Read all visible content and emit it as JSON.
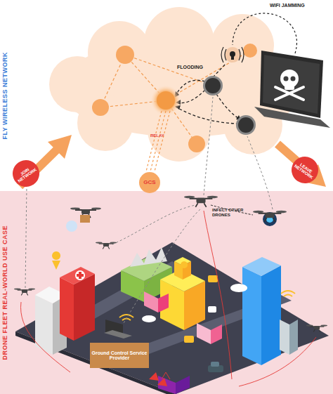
{
  "diagram": {
    "nodes": [
      {
        "text": [
          "FLY WIRELESS NETWORK"
        ]
      },
      {
        "text": [
          "JOIN NETWORK"
        ],
        "in": 0
      },
      {
        "text": [
          "GCS"
        ],
        "in": 0
      },
      {
        "text": [
          "LEAVE NETWORK"
        ],
        "in": 0
      },
      {
        "text": [
          "DRONE FLEET REAL-WORLD USE CASE"
        ]
      },
      {
        "text": [
          "Ground Control Service Provider"
        ],
        "in": 4
      }
    ],
    "labels": [
      "WIFI JAMMING",
      "FLOODING",
      "RELAY",
      "INFECT OTHER DRONES"
    ]
  }
}
